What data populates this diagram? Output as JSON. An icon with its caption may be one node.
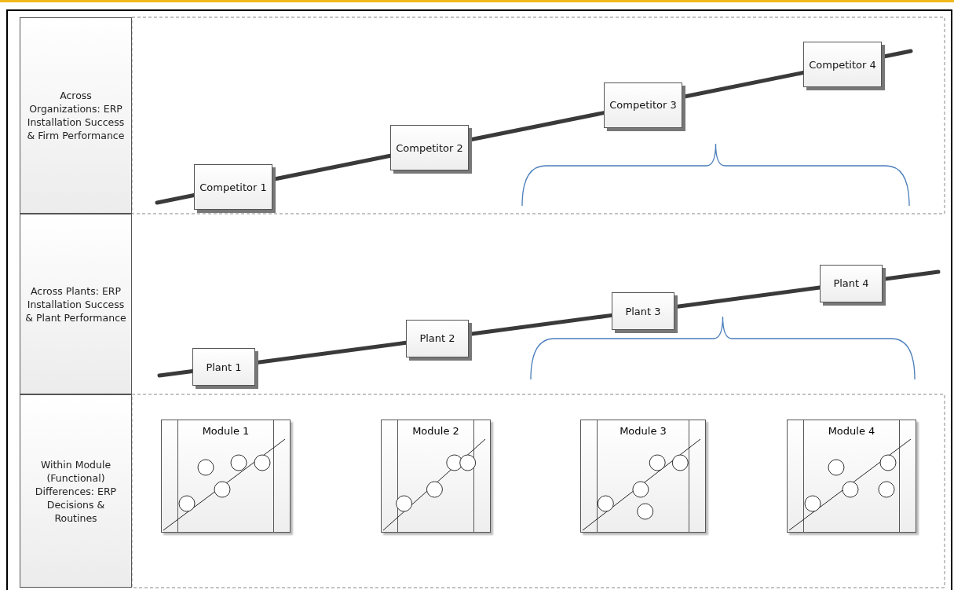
{
  "diagram": {
    "nodes": [
      {
        "text": [
          "Across Organizations: ERP Installation Success & Firm Performance"
        ]
      },
      {
        "text": [
          "Competitor 1"
        ]
      },
      {
        "text": [
          "Competitor 2"
        ]
      },
      {
        "text": [
          "Competitor 3"
        ]
      },
      {
        "text": [
          "Competitor 4"
        ]
      },
      {
        "text": [
          "Across Plants: ERP Installation Success & Plant Performance"
        ]
      },
      {
        "text": [
          "Plant 1"
        ]
      },
      {
        "text": [
          "Plant 2"
        ]
      },
      {
        "text": [
          "Plant 3"
        ]
      },
      {
        "text": [
          "Plant 4"
        ]
      },
      {
        "text": [
          "Within Module (Functional) Differences: ERP Decisions & Routines"
        ]
      },
      {
        "text": [
          "Module 1"
        ]
      },
      {
        "text": [
          "Module 2"
        ]
      },
      {
        "text": [
          "Module 3"
        ]
      },
      {
        "text": [
          "Module 4"
        ]
      }
    ],
    "edges": [
      {
        "from": null,
        "to": 1,
        "arrow": "none"
      },
      {
        "from": 1,
        "to": 2,
        "arrow": "none"
      },
      {
        "from": 2,
        "to": 3,
        "arrow": "none"
      },
      {
        "from": 3,
        "to": 4,
        "arrow": "none"
      },
      {
        "from": 4,
        "to": null,
        "arrow": "none"
      },
      {
        "from": null,
        "to": 6,
        "arrow": "none"
      },
      {
        "from": 6,
        "to": 7,
        "arrow": "none"
      },
      {
        "from": 7,
        "to": 8,
        "arrow": "none"
      },
      {
        "from": 8,
        "to": 9,
        "arrow": "none"
      },
      {
        "from": 9,
        "to": null,
        "arrow": "none"
      }
    ]
  }
}
